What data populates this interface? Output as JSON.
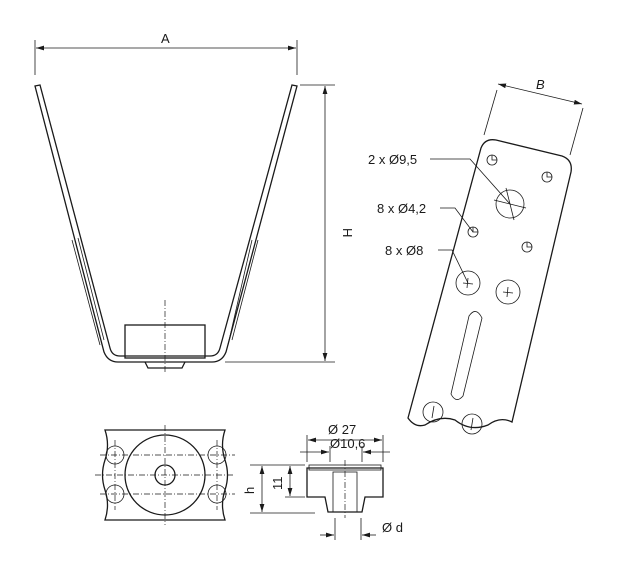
{
  "front_view": {
    "dim_width": "A",
    "dim_height": "H"
  },
  "plate_view": {
    "dim_width": "B",
    "callouts": [
      "2 x Ø9,5",
      "8 x Ø4,2",
      "8 x Ø8"
    ]
  },
  "section_view": {
    "dim_outer_diameter": "Ø 27",
    "dim_inner_diameter": "Ø10,6",
    "dim_total_height": "h",
    "dim_body_height": "11",
    "dim_bore": "Ø d"
  },
  "colors": {
    "line": "#1a1a1a",
    "background": "#ffffff"
  }
}
